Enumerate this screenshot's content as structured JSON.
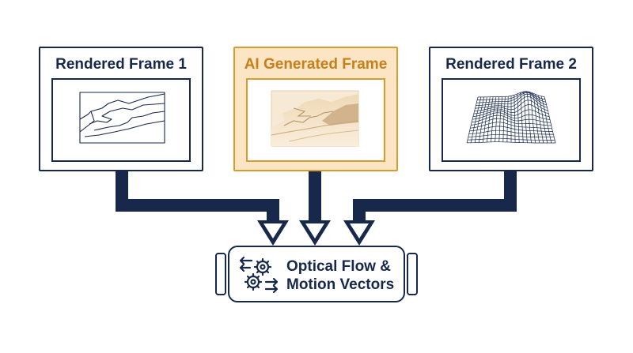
{
  "frames": [
    {
      "title": "Rendered Frame 1",
      "variant": "rendered",
      "thumbnail": "line-sketch-landscape"
    },
    {
      "title": "AI Generated Frame",
      "variant": "ai",
      "thumbnail": "shaded-landscape"
    },
    {
      "title": "Rendered Frame 2",
      "variant": "rendered",
      "thumbnail": "wireframe-terrain"
    }
  ],
  "process": {
    "line1": "Optical Flow &",
    "line2": "Motion Vectors",
    "icon": "gears-with-arrows-icon"
  },
  "colors": {
    "navy": "#17284a",
    "amber": "#d99a2e",
    "amber_text": "#c77f1a",
    "amber_fill": "#fbe5c4"
  }
}
